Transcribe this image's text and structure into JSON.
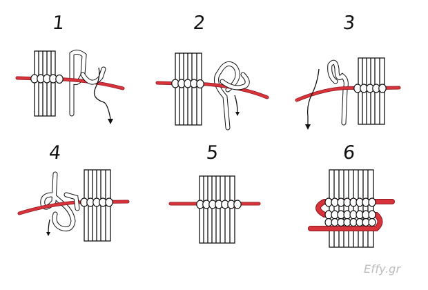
{
  "steps": [
    {
      "number": "1"
    },
    {
      "number": "2"
    },
    {
      "number": "3"
    },
    {
      "number": "4"
    },
    {
      "number": "5"
    },
    {
      "number": "6"
    }
  ],
  "watermark": "Effy.gr",
  "colors": {
    "cord": "#d8323a",
    "cord_outline": "#8a1820",
    "outline": "#111111",
    "background": "#ffffff",
    "watermark": "#bcbcbc"
  }
}
